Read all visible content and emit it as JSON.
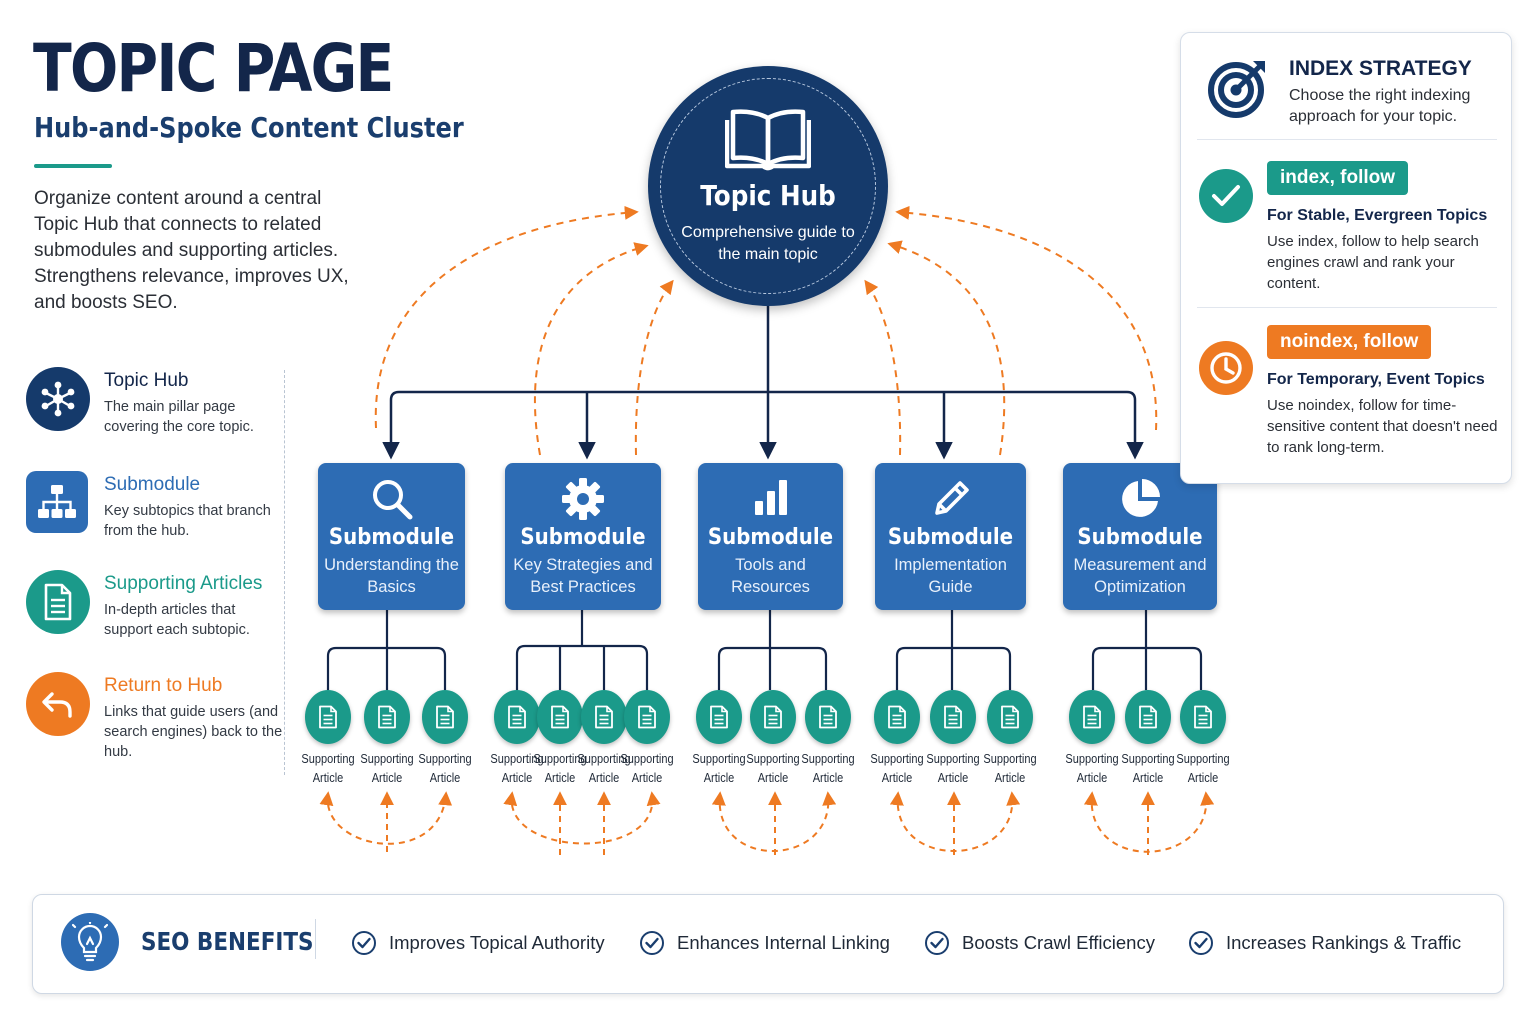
{
  "header": {
    "title": "TOPIC PAGE",
    "subtitle": "Hub-and-Spoke Content Cluster",
    "intro": "Organize content around a central Topic Hub that connects to related submodules and supporting articles. Strengthens relevance, improves UX, and boosts SEO."
  },
  "legend": [
    {
      "title": "Topic Hub",
      "desc": "The main pillar page covering the core topic.",
      "icon": "network-icon",
      "color": "#153a6b"
    },
    {
      "title": "Submodule",
      "desc": "Key subtopics that branch from the hub.",
      "icon": "sitemap-icon",
      "color": "#2d6cb4"
    },
    {
      "title": "Supporting Articles",
      "desc": "In-depth articles that support each subtopic.",
      "icon": "document-icon",
      "color": "#1b9a8a"
    },
    {
      "title": "Return to Hub",
      "desc": "Links that guide users (and search engines) back to the hub.",
      "icon": "return-arrow-icon",
      "color": "#ee7a22"
    }
  ],
  "hub": {
    "title": "Topic Hub",
    "subtitle": "Comprehensive guide to the main topic",
    "icon": "open-book-icon"
  },
  "submodules": [
    {
      "title": "Submodule",
      "desc": "Understanding the Basics",
      "icon": "magnifier-icon",
      "articles": [
        "Supporting Article",
        "Supporting Article",
        "Supporting Article"
      ]
    },
    {
      "title": "Submodule",
      "desc": "Key Strategies and Best Practices",
      "icon": "gear-icon",
      "articles": [
        "Supporting Article",
        "Supporting Article",
        "Supporting Article",
        "Supporting Article"
      ]
    },
    {
      "title": "Submodule",
      "desc": "Tools and Resources",
      "icon": "bar-chart-icon",
      "articles": [
        "Supporting Article",
        "Supporting Article",
        "Supporting Article"
      ]
    },
    {
      "title": "Submodule",
      "desc": "Implementation Guide",
      "icon": "pencil-icon",
      "articles": [
        "Supporting Article",
        "Supporting Article",
        "Supporting Article"
      ]
    },
    {
      "title": "Submodule",
      "desc": "Measurement and Optimization",
      "icon": "pie-chart-icon",
      "articles": [
        "Supporting Article",
        "Supporting Article",
        "Supporting Article"
      ]
    }
  ],
  "strategy": {
    "title": "INDEX STRATEGY",
    "subtitle": "Choose the right indexing approach for your topic.",
    "icon": "target-icon",
    "options": [
      {
        "pill": "index, follow",
        "title": "For Stable, Evergreen Topics",
        "desc": "Use index, follow to help search engines crawl and rank your content.",
        "icon": "check-icon",
        "color": "#1b9a8a"
      },
      {
        "pill": "noindex, follow",
        "title": "For Temporary, Event Topics",
        "desc": "Use noindex, follow for time-sensitive content that doesn't need to rank long-term.",
        "icon": "clock-icon",
        "color": "#ee7a22"
      }
    ]
  },
  "seo": {
    "title": "SEO BENEFITS",
    "icon": "lightbulb-icon",
    "benefits": [
      "Improves Topical Authority",
      "Enhances Internal Linking",
      "Boosts Crawl Efficiency",
      "Increases Rankings & Traffic"
    ]
  },
  "colors": {
    "navy": "#153a6b",
    "blue": "#2d6cb4",
    "teal": "#1b9a8a",
    "orange": "#ee7a22"
  }
}
